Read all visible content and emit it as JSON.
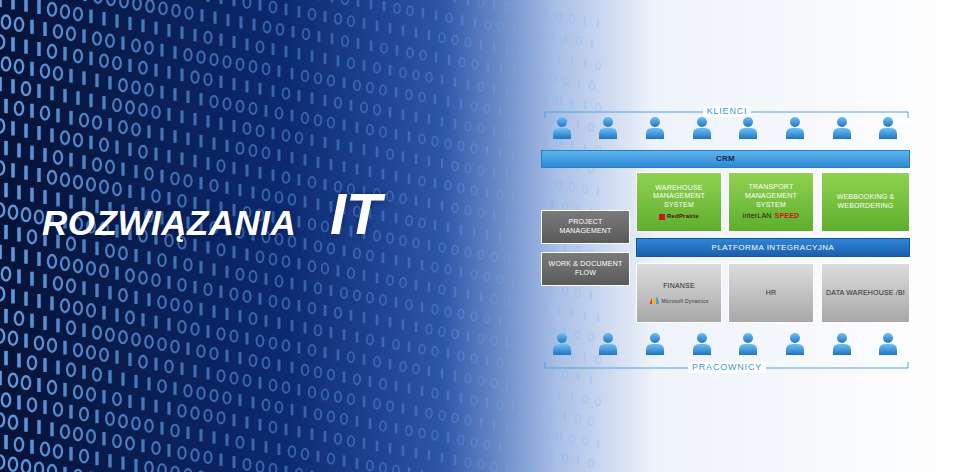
{
  "diagram": {
    "title": "ROZWIĄZANIA",
    "nodes": [
      {
        "text": [
          "CRM"
        ]
      },
      {
        "text": [
          "WAREHOUSE MANAGEMENT SYSTEM",
          "RedPrairie"
        ]
      },
      {
        "text": [
          "TRANSPORT MANAGEMENT SYSTEM",
          "interLAN",
          "SPEED"
        ]
      },
      {
        "text": [
          "WEBBOOKING & WEBORDERING"
        ]
      },
      {
        "text": [
          "PROJECT MANAGEMENT"
        ]
      },
      {
        "text": [
          "WORK & DOCUMENT FLOW"
        ]
      },
      {
        "text": [
          "PLATFORMA INTEGRACYJNA"
        ]
      },
      {
        "text": [
          "FINANSE",
          "Microsoft Dynamics"
        ]
      },
      {
        "text": [
          "HR"
        ]
      },
      {
        "text": [
          "DATA WAREHOUSE /BI"
        ]
      }
    ],
    "labels": [
      "IT",
      "KLIENCI",
      "PRACOWNICY"
    ]
  }
}
